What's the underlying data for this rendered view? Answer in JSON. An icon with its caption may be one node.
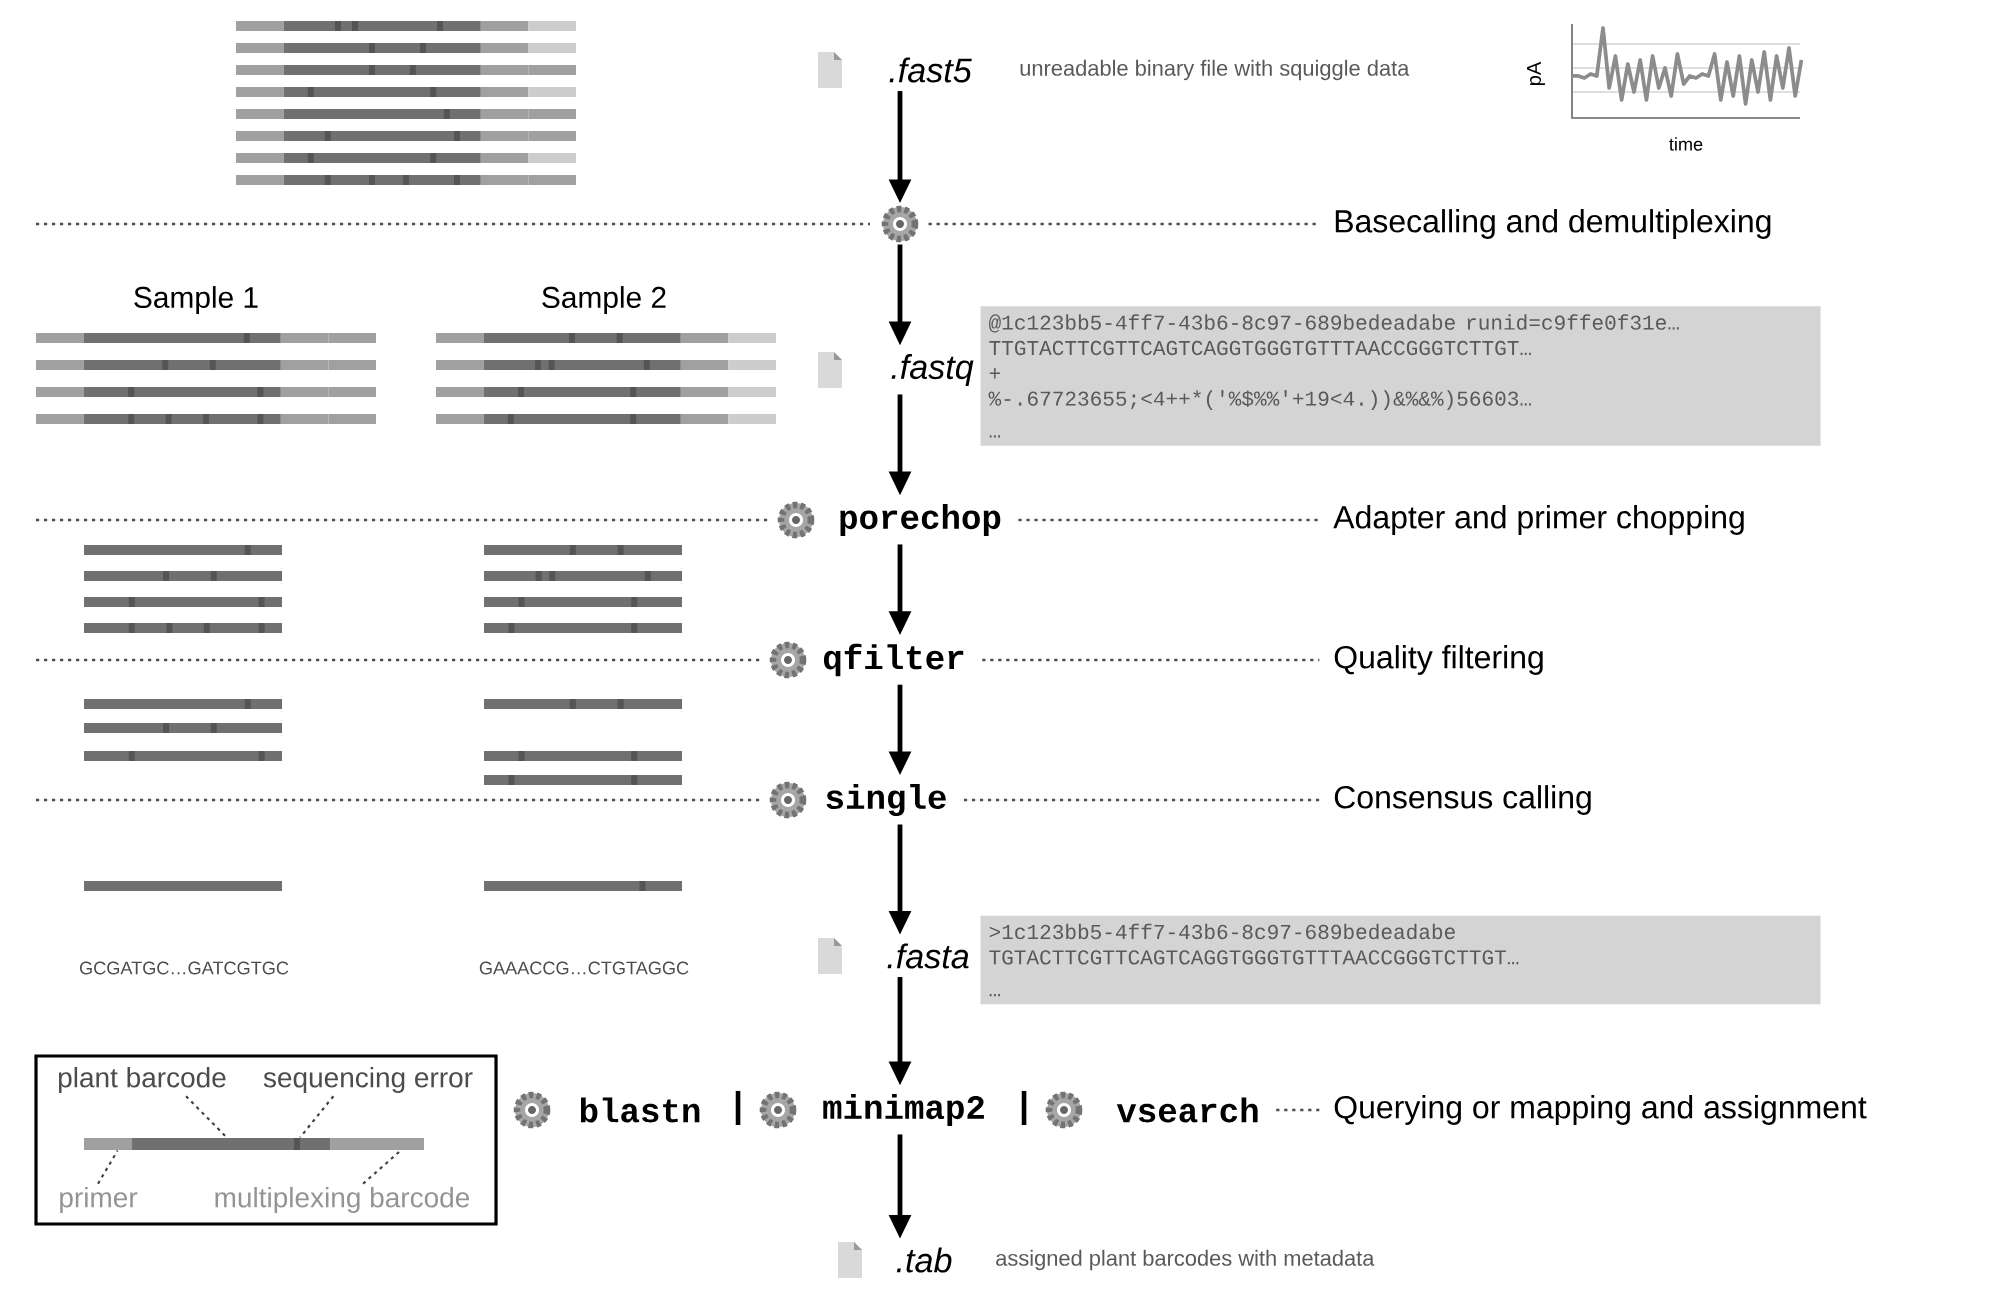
{
  "diagram": {
    "nodes": [
      {
        "text": [
          ".fast5"
        ],
        "beside": [
          "unreadable binary file with squiggle data"
        ]
      },
      {
        "text": [],
        "shape": "picture"
      },
      {
        "text": [
          ".fastq"
        ]
      },
      {
        "text": [
          "porechop"
        ]
      },
      {
        "text": [
          "qfilter"
        ]
      },
      {
        "text": [
          "single"
        ]
      },
      {
        "text": [
          ".fasta"
        ]
      },
      {
        "text": [
          "blastn"
        ]
      },
      {
        "text": [
          "minimap2"
        ]
      },
      {
        "text": [
          "vsearch"
        ]
      },
      {
        "text": [
          ".tab"
        ],
        "beside": [
          "assigned plant barcodes with metadata"
        ]
      },
      {
        "text": [
          "@1c123bb5-4ff7-43b6-8c97-689bedeadabe runid=c9ffe0f31e…",
          "TTGTACTTCGTTCAGTCAGGTGGGTGTTTAACCGGGTCTTGT…",
          "+",
          "%-.67723655;<4++*('%$%%'+19<4.))&%&%)56603…",
          "…"
        ]
      },
      {
        "text": [
          ">1c123bb5-4ff7-43b6-8c97-689bedeadabe",
          "TGTACTTCGTTCAGTCAGGTGGGTGTTTAACCGGGTCTTGT…",
          "…"
        ]
      },
      {
        "text": [],
        "shape": "box"
      },
      {
        "text": [
          "plant barcode"
        ],
        "in": 13
      },
      {
        "text": [
          "sequencing error"
        ],
        "in": 13
      },
      {
        "text": [
          "primer"
        ],
        "in": 13
      },
      {
        "text": [
          "multiplexing barcode"
        ],
        "in": 13
      },
      {
        "text": [],
        "shape": "bar",
        "in": 13
      },
      {
        "text": [
          "Basecalling and demultiplexing"
        ]
      },
      {
        "text": [
          "Adapter and primer chopping"
        ]
      },
      {
        "text": [
          "Quality filtering"
        ]
      },
      {
        "text": [
          "Consensus calling"
        ]
      },
      {
        "text": [
          "Querying or mapping and assignment"
        ]
      }
    ],
    "edges": [
      {
        "from": 0,
        "to": 1,
        "arrow": "to"
      },
      {
        "from": 1,
        "to": 2,
        "arrow": "to"
      },
      {
        "from": 2,
        "to": 3,
        "arrow": "to"
      },
      {
        "from": 3,
        "to": 4,
        "arrow": "to"
      },
      {
        "from": 4,
        "to": 5,
        "arrow": "to"
      },
      {
        "from": 5,
        "to": 6,
        "arrow": "to"
      },
      {
        "from": 6,
        "to": 8,
        "arrow": "to"
      },
      {
        "from": 8,
        "to": 10,
        "arrow": "to"
      },
      {
        "from": 14,
        "to": 18,
        "arrow": "none",
        "style": "dashed"
      },
      {
        "from": 15,
        "to": 18,
        "arrow": "none",
        "style": "dashed"
      },
      {
        "from": 16,
        "to": 18,
        "arrow": "none",
        "style": "dashed"
      },
      {
        "from": 17,
        "to": 18,
        "arrow": "none",
        "style": "dashed"
      },
      {
        "from": 1,
        "to": 19,
        "arrow": "none",
        "style": "dashed"
      },
      {
        "from": 3,
        "to": 20,
        "arrow": "none",
        "style": "dashed"
      },
      {
        "from": 4,
        "to": 21,
        "arrow": "none",
        "style": "dashed"
      },
      {
        "from": 5,
        "to": 22,
        "arrow": "none",
        "style": "dashed"
      },
      {
        "from": 9,
        "to": 23,
        "arrow": "none",
        "style": "dashed"
      }
    ],
    "labels": [
      "pA",
      "time",
      "Sample 1",
      "Sample 2",
      "GCGATGC…GATCGTGC",
      "GAAACCG…CTGTAGGC",
      "|",
      "|"
    ]
  }
}
